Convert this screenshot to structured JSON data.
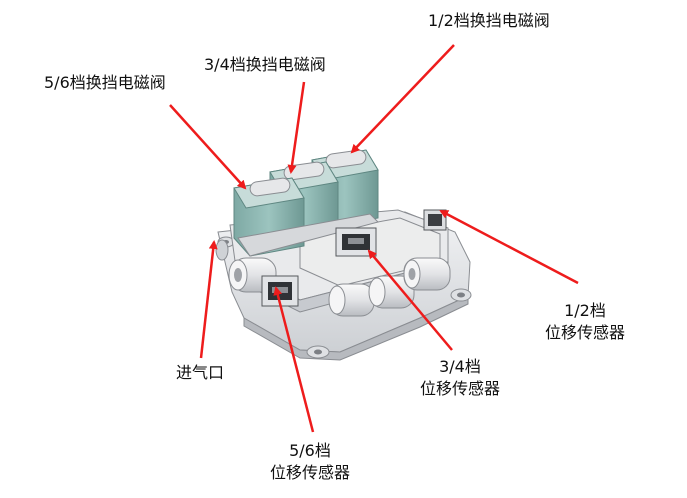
{
  "labels": {
    "valve_12": "1/2档换挡电磁阀",
    "valve_34": "3/4档换挡电磁阀",
    "valve_56": "5/6档换挡电磁阀",
    "sensor_12": {
      "line1": "1/2档",
      "line2": "位移传感器"
    },
    "sensor_34": {
      "line1": "3/4档",
      "line2": "位移传感器"
    },
    "sensor_56": {
      "line1": "5/6档",
      "line2": "位移传感器"
    },
    "air_inlet": "进气口"
  },
  "colors": {
    "arrow": "#ee1c1c",
    "coil": "#8bb7b2",
    "coil_dark": "#6f9c97",
    "body": "#e7e8ea",
    "body_shade": "#c9cbcf",
    "edge": "#8a8d92"
  }
}
